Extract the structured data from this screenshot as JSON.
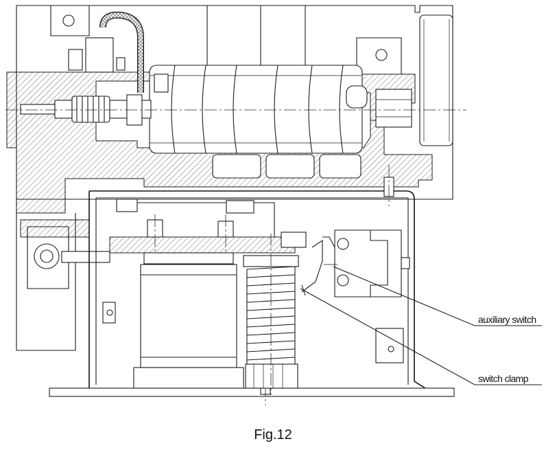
{
  "labels": {
    "auxiliary_switch": "auxiliary switch",
    "switch_clamp": "switch clamp"
  },
  "caption": "Fig.12"
}
